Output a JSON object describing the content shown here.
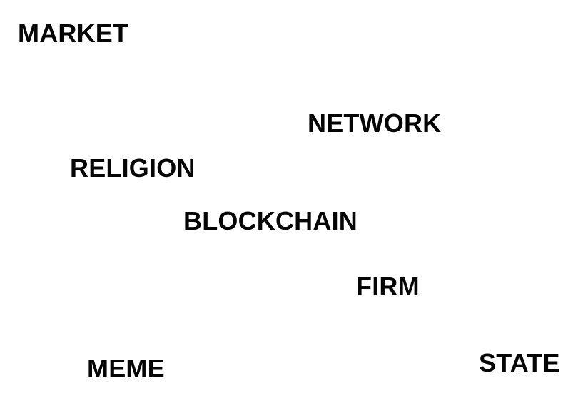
{
  "canvas": {
    "background_color": "#ffffff",
    "text_color": "#050505"
  },
  "words": [
    {
      "label": "MARKET"
    },
    {
      "label": "NETWORK"
    },
    {
      "label": "RELIGION"
    },
    {
      "label": "BLOCKCHAIN"
    },
    {
      "label": "FIRM"
    },
    {
      "label": "MEME"
    },
    {
      "label": "STATE"
    }
  ]
}
